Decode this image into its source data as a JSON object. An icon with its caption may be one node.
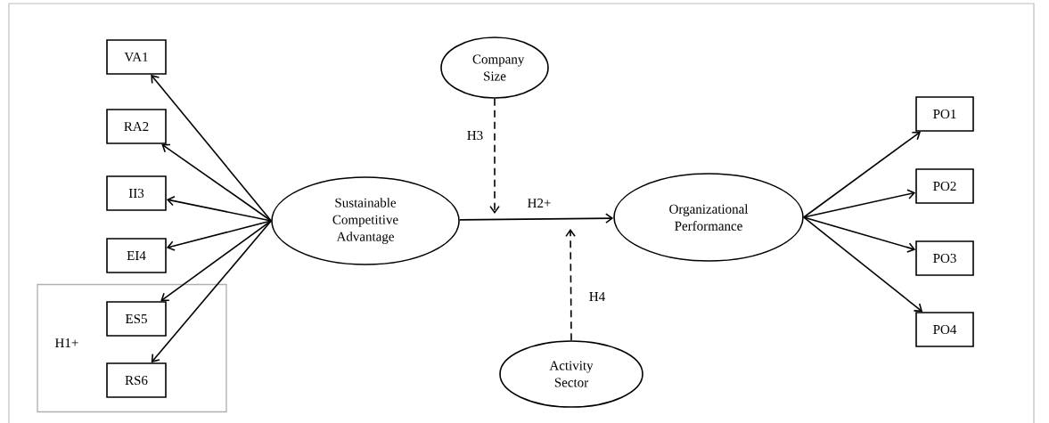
{
  "diagram": {
    "nodes": [
      {
        "text": [
          "VA1"
        ]
      },
      {
        "text": [
          "RA2"
        ]
      },
      {
        "text": [
          "II3"
        ]
      },
      {
        "text": [
          "EI4"
        ]
      },
      {
        "text": [
          "H1+"
        ]
      },
      {
        "text": [
          "ES5"
        ],
        "in": 4
      },
      {
        "text": [
          "RS6"
        ],
        "in": 4
      },
      {
        "text": [
          "Sustainable Competitive Advantage"
        ]
      },
      {
        "text": [
          "Company Size"
        ]
      },
      {
        "text": [
          "Organizational Performance"
        ]
      },
      {
        "text": [
          "Activity Sector"
        ]
      },
      {
        "text": [
          "PO1"
        ]
      },
      {
        "text": [
          "PO2"
        ]
      },
      {
        "text": [
          "PO3"
        ]
      },
      {
        "text": [
          "PO4"
        ]
      }
    ],
    "edges": [
      {
        "from": 7,
        "to": 0,
        "arrow": "to"
      },
      {
        "from": 7,
        "to": 1,
        "arrow": "to"
      },
      {
        "from": 7,
        "to": 2,
        "arrow": "to"
      },
      {
        "from": 7,
        "to": 3,
        "arrow": "to"
      },
      {
        "from": 7,
        "to": 5,
        "arrow": "to"
      },
      {
        "from": 7,
        "to": 6,
        "arrow": "to"
      },
      {
        "from": 7,
        "to": 9,
        "arrow": "to",
        "label": "H2+"
      },
      {
        "from": 8,
        "to": null,
        "arrow": "to",
        "label": "H3",
        "style": "dashed"
      },
      {
        "from": 10,
        "to": null,
        "arrow": "to",
        "label": "H4",
        "style": "dashed"
      },
      {
        "from": 9,
        "to": 11,
        "arrow": "to"
      },
      {
        "from": 9,
        "to": 12,
        "arrow": "to"
      },
      {
        "from": 9,
        "to": 13,
        "arrow": "to"
      },
      {
        "from": 9,
        "to": 14,
        "arrow": "to"
      }
    ]
  }
}
